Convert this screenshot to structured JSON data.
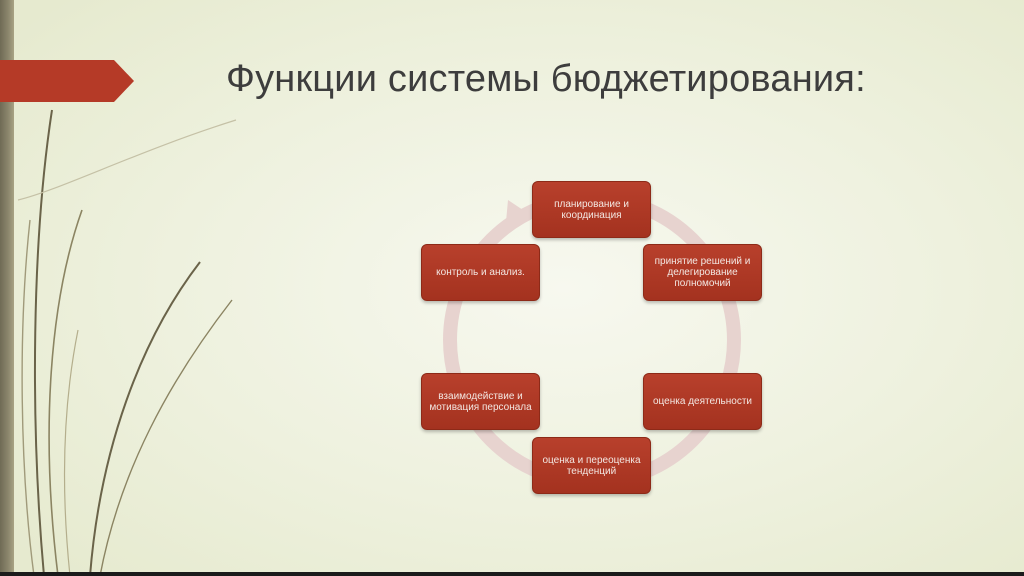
{
  "slide": {
    "title": "Функции системы бюджетирования:"
  },
  "cycle": {
    "nodes": [
      {
        "id": "planning",
        "label": "планирование и координация"
      },
      {
        "id": "decisions",
        "label": "принятие решений и делегирование полномочий"
      },
      {
        "id": "evaluation",
        "label": "оценка деятельности"
      },
      {
        "id": "trends",
        "label": "оценка и переоценка тенденций"
      },
      {
        "id": "motivation",
        "label": "взаимодействие и мотивация персонала"
      },
      {
        "id": "control",
        "label": "контроль и анализ."
      }
    ]
  },
  "colors": {
    "node_fill": "#a93723",
    "ring": "#e9d5d1",
    "title_arrow": "#b53a27",
    "title_text": "#3d3d3d"
  }
}
